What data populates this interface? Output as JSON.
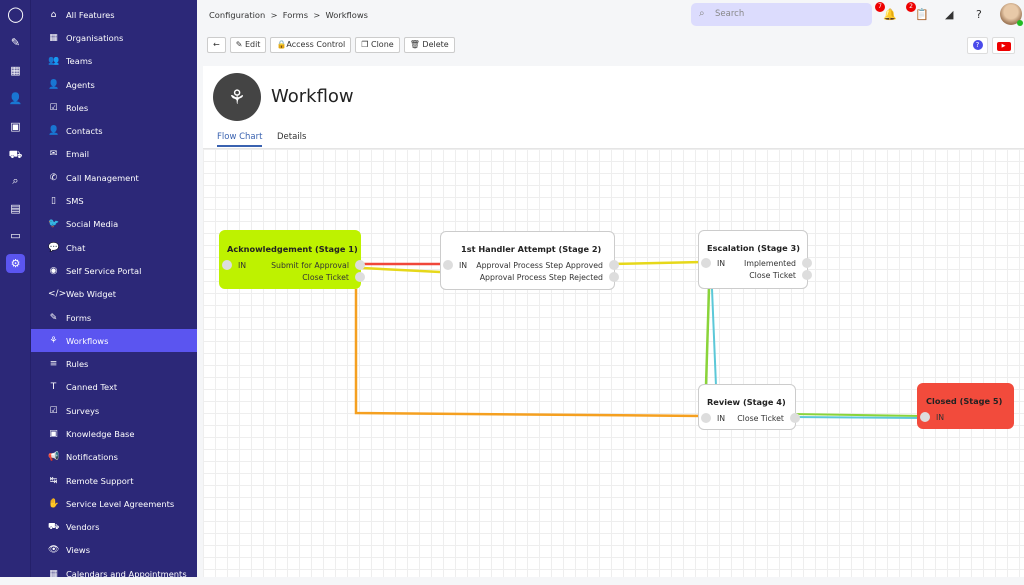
{
  "rail": {
    "icons": [
      "logo-icon",
      "ticket-icon",
      "calendar-icon",
      "user-icon",
      "box-icon",
      "truck-icon",
      "search-icon",
      "document-icon",
      "monitor-icon",
      "settings-icon"
    ]
  },
  "sidebar": {
    "items": [
      {
        "label": "All Features",
        "icon": "home-icon",
        "ch": "⌂"
      },
      {
        "label": "Organisations",
        "icon": "building-icon",
        "ch": "▦"
      },
      {
        "label": "Teams",
        "icon": "team-icon",
        "ch": "👥"
      },
      {
        "label": "Agents",
        "icon": "agent-icon",
        "ch": "👤"
      },
      {
        "label": "Roles",
        "icon": "roles-icon",
        "ch": "☑"
      },
      {
        "label": "Contacts",
        "icon": "contact-icon",
        "ch": "👤"
      },
      {
        "label": "Email",
        "icon": "email-icon",
        "ch": "✉"
      },
      {
        "label": "Call Management",
        "icon": "phone-icon",
        "ch": "✆"
      },
      {
        "label": "SMS",
        "icon": "mobile-icon",
        "ch": "▯"
      },
      {
        "label": "Social Media",
        "icon": "twitter-icon",
        "ch": "🐦"
      },
      {
        "label": "Chat",
        "icon": "chat-icon",
        "ch": "💬"
      },
      {
        "label": "Self Service Portal",
        "icon": "portal-icon",
        "ch": "◉"
      },
      {
        "label": "Web Widget",
        "icon": "code-icon",
        "ch": "</>"
      },
      {
        "label": "Forms",
        "icon": "forms-icon",
        "ch": "✎"
      },
      {
        "label": "Workflows",
        "icon": "workflow-icon",
        "ch": "⚘"
      },
      {
        "label": "Rules",
        "icon": "rules-icon",
        "ch": "≡"
      },
      {
        "label": "Canned Text",
        "icon": "text-icon",
        "ch": "T"
      },
      {
        "label": "Surveys",
        "icon": "checkbox-icon",
        "ch": "☑"
      },
      {
        "label": "Knowledge Base",
        "icon": "book-icon",
        "ch": "▣"
      },
      {
        "label": "Notifications",
        "icon": "megaphone-icon",
        "ch": "📢"
      },
      {
        "label": "Remote Support",
        "icon": "remote-icon",
        "ch": "↹"
      },
      {
        "label": "Service Level Agreements",
        "icon": "handshake-icon",
        "ch": "✋"
      },
      {
        "label": "Vendors",
        "icon": "vendor-icon",
        "ch": "⛟"
      },
      {
        "label": "Views",
        "icon": "eye-icon",
        "ch": "👁"
      },
      {
        "label": "Calendars and Appointments",
        "icon": "calendar-icon",
        "ch": "▦"
      }
    ],
    "active": "Workflows"
  },
  "header": {
    "breadcrumb": [
      "Configuration",
      ">",
      "Forms",
      ">",
      "Workflows"
    ],
    "search_placeholder": "Search",
    "notifications_count": "7",
    "tasks_count": "2"
  },
  "toolbar": {
    "back": "←",
    "edit": "Edit",
    "access": "Access Control",
    "clone": "Clone",
    "delete": "Delete"
  },
  "page": {
    "title": "Workflow",
    "tabs": [
      "Flow Chart",
      "Details"
    ],
    "active_tab": "Flow Chart"
  },
  "nodes": [
    {
      "title": "Acknowledgement (Stage 1)",
      "color": "#bef200",
      "in": "IN",
      "outs": [
        "Submit for Approval",
        "Close Ticket"
      ]
    },
    {
      "title": "1st Handler Attempt (Stage 2)",
      "color": "#ffffff",
      "in": "IN",
      "outs": [
        "Approval Process Step Approved",
        "Approval Process Step Rejected"
      ]
    },
    {
      "title": "Escalation (Stage 3)",
      "color": "#ffffff",
      "in": "IN",
      "outs": [
        "Implemented",
        "Close Ticket"
      ]
    },
    {
      "title": "Review (Stage 4)",
      "color": "#ffffff",
      "in": "IN",
      "outs": [
        "Close Ticket"
      ]
    },
    {
      "title": "Closed (Stage 5)",
      "color": "#f24b3c",
      "in": "IN",
      "outs": []
    }
  ],
  "colors": {
    "sidebar": "#2c2878",
    "active": "#5b55f0",
    "edge_red": "#f0473a",
    "edge_yellow": "#e6d81a",
    "edge_orange": "#f5a020",
    "edge_green": "#8ad43a",
    "edge_cyan": "#5cc8d8"
  }
}
